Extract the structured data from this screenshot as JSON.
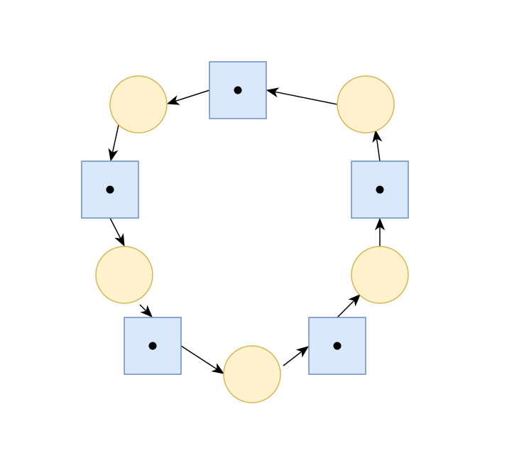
{
  "diagram": {
    "type": "cycle",
    "colors": {
      "square_fill": "#dae8fc",
      "square_stroke": "#6c8ebf",
      "circle_fill": "#fff2cc",
      "circle_stroke": "#d6b656",
      "token": "#000000",
      "edge": "#000000"
    },
    "nodes": [
      {
        "id": "s-top",
        "shape": "square",
        "token": true
      },
      {
        "id": "c-top-left",
        "shape": "circle",
        "token": false
      },
      {
        "id": "s-left-upper",
        "shape": "square",
        "token": true
      },
      {
        "id": "c-left",
        "shape": "circle",
        "token": false
      },
      {
        "id": "s-bottom-left",
        "shape": "square",
        "token": true
      },
      {
        "id": "c-bottom",
        "shape": "circle",
        "token": false
      },
      {
        "id": "s-bottom-right",
        "shape": "square",
        "token": true
      },
      {
        "id": "c-right",
        "shape": "circle",
        "token": false
      },
      {
        "id": "s-right-upper",
        "shape": "square",
        "token": true
      },
      {
        "id": "c-top-right",
        "shape": "circle",
        "token": false
      }
    ],
    "edges": [
      {
        "from": "s-top",
        "to": "c-top-left"
      },
      {
        "from": "c-top-left",
        "to": "s-left-upper"
      },
      {
        "from": "s-left-upper",
        "to": "c-left"
      },
      {
        "from": "c-left",
        "to": "s-bottom-left"
      },
      {
        "from": "s-bottom-left",
        "to": "c-bottom"
      },
      {
        "from": "c-bottom",
        "to": "s-bottom-right"
      },
      {
        "from": "s-bottom-right",
        "to": "c-right"
      },
      {
        "from": "c-right",
        "to": "s-right-upper"
      },
      {
        "from": "s-right-upper",
        "to": "c-top-right"
      },
      {
        "from": "c-top-right",
        "to": "s-top"
      }
    ]
  }
}
